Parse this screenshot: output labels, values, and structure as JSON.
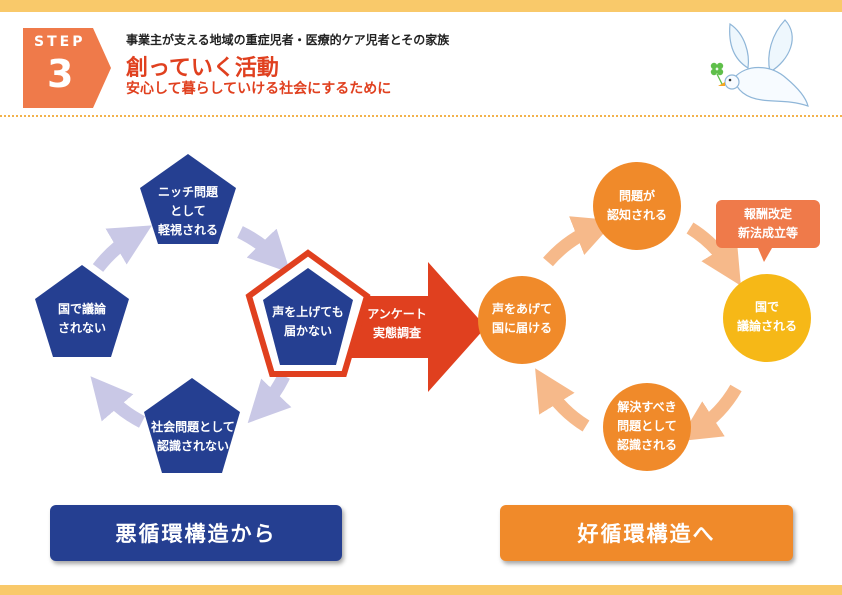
{
  "header": {
    "step_word": "STEP",
    "step_number": "3",
    "subtitle": "事業主が支える地域の重症児者・医療的ケア児者とその家族",
    "title": "創っていく活動",
    "tagline": "安心して暮らしていける社会にするために"
  },
  "bad_cycle": {
    "nodes": [
      {
        "label": "ニッチ問題\nとして\n軽視される"
      },
      {
        "label": "声を上げても\n届かない"
      },
      {
        "label": "社会問題として\n認識されない"
      },
      {
        "label": "国で議論\nされない"
      }
    ],
    "button_label": "悪循環構造から"
  },
  "transition_arrow": {
    "label": "アンケート\n実態調査"
  },
  "good_cycle": {
    "nodes": [
      {
        "label": "問題が\n認知される"
      },
      {
        "label": "国で\n議論される"
      },
      {
        "label": "解決すべき\n問題として\n認識される"
      },
      {
        "label": "声をあげて\n国に届ける"
      }
    ],
    "callout": "報酬改定\n新法成立等",
    "button_label": "好循環構造へ"
  },
  "colors": {
    "navy": "#253f91",
    "orange": "#f08a2a",
    "red": "#e0401f",
    "yellow": "#f6b817",
    "lavender": "#c9c8e6",
    "peach": "#f6b98a"
  }
}
